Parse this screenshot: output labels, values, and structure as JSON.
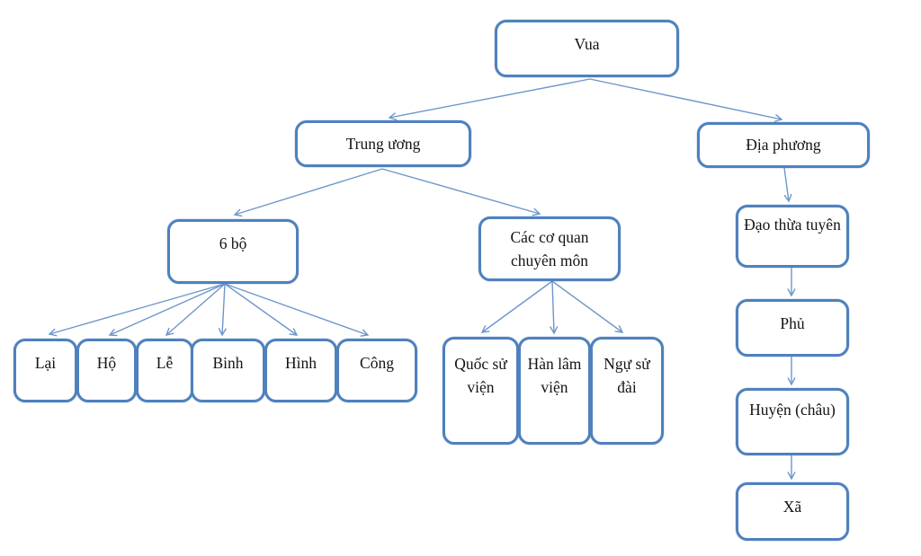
{
  "diagram": {
    "description": "Organization chart of state administration under the king (Le dynasty style)",
    "nodes": {
      "vua": {
        "label": "Vua"
      },
      "trung_uong": {
        "label": "Trung ương"
      },
      "dia_phuong": {
        "label": "Địa phương"
      },
      "sau_bo": {
        "label": "6 bộ"
      },
      "cac_co_quan": {
        "label": "Các cơ quan chuyên môn"
      },
      "lai": {
        "label": "Lại"
      },
      "ho": {
        "label": "Hộ"
      },
      "le": {
        "label": "Lễ"
      },
      "binh": {
        "label": "Binh"
      },
      "hinh": {
        "label": "Hình"
      },
      "cong": {
        "label": "Công"
      },
      "quoc_su_vien": {
        "label": "Quốc sử viện"
      },
      "han_lam_vien": {
        "label": "Hàn lâm viện"
      },
      "ngu_su_dai": {
        "label": "Ngự sử đài"
      },
      "dao_thua_tuyen": {
        "label": "Đạo thừa tuyên"
      },
      "phu": {
        "label": "Phủ"
      },
      "huyen_chau": {
        "label": "Huyện (châu)"
      },
      "xa": {
        "label": "Xã"
      }
    },
    "edges": [
      {
        "from": "vua",
        "to": "trung_uong"
      },
      {
        "from": "vua",
        "to": "dia_phuong"
      },
      {
        "from": "trung_uong",
        "to": "sau_bo"
      },
      {
        "from": "trung_uong",
        "to": "cac_co_quan"
      },
      {
        "from": "sau_bo",
        "to": "lai"
      },
      {
        "from": "sau_bo",
        "to": "ho"
      },
      {
        "from": "sau_bo",
        "to": "le"
      },
      {
        "from": "sau_bo",
        "to": "binh"
      },
      {
        "from": "sau_bo",
        "to": "hinh"
      },
      {
        "from": "sau_bo",
        "to": "cong"
      },
      {
        "from": "cac_co_quan",
        "to": "quoc_su_vien"
      },
      {
        "from": "cac_co_quan",
        "to": "han_lam_vien"
      },
      {
        "from": "cac_co_quan",
        "to": "ngu_su_dai"
      },
      {
        "from": "dia_phuong",
        "to": "dao_thua_tuyen"
      },
      {
        "from": "dao_thua_tuyen",
        "to": "phu"
      },
      {
        "from": "phu",
        "to": "huyen_chau"
      },
      {
        "from": "huyen_chau",
        "to": "xa"
      }
    ],
    "colors": {
      "box_border": "#4f81bd",
      "arrow_line": "#6e96cb",
      "text": "#141414",
      "background": "#ffffff"
    }
  }
}
